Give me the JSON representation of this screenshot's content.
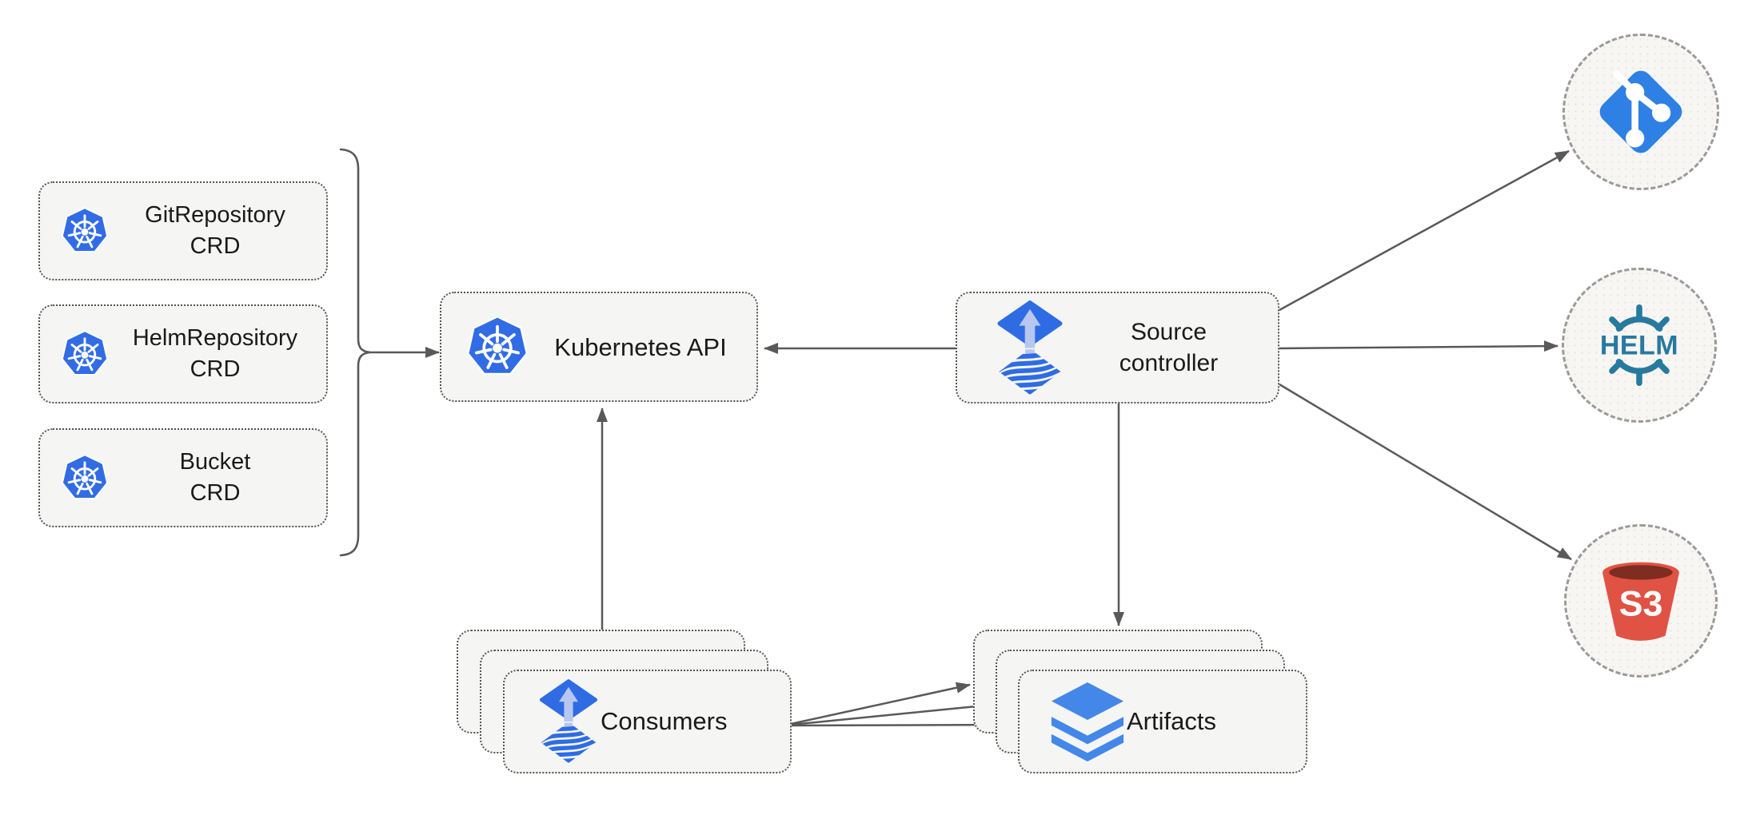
{
  "diagram": {
    "boxes": {
      "crd": [
        {
          "line1": "GitRepository",
          "line2": "CRD"
        },
        {
          "line1": "HelmRepository",
          "line2": "CRD"
        },
        {
          "line1": "Bucket",
          "line2": "CRD"
        }
      ],
      "kubernetes_api": {
        "label": "Kubernetes API"
      },
      "source_controller": {
        "line1": "Source",
        "line2": "controller"
      },
      "consumers": {
        "label": "Consumers"
      },
      "artifacts": {
        "label": "Artifacts"
      }
    },
    "endpoints": {
      "helm_label": "HELM",
      "s3_label": "S3"
    },
    "colors": {
      "kubernetes_blue": "#326CE5",
      "flux_blue": "#2F6CE4",
      "flux_arrow_light": "#B7C7F1",
      "layers_blue": "#4387E8",
      "git_blue": "#2F80E4",
      "helm_teal": "#277A9F",
      "s3_red": "#E05243",
      "s3_dark": "#7F2C21",
      "arrow_gray": "#595959",
      "box_fill": "#F5F5F4",
      "box_border": "#545454",
      "circle_border": "#9A9A9A"
    }
  }
}
